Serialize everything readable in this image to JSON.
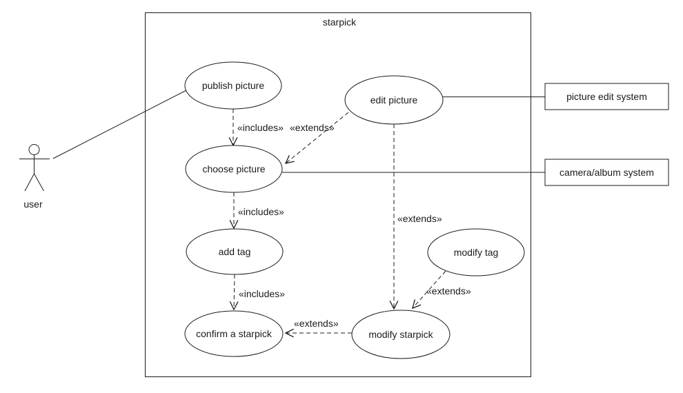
{
  "diagram": {
    "type": "uml-use-case",
    "title": "starpick",
    "actor": {
      "label": "user"
    },
    "use_cases": [
      {
        "id": "publish-picture",
        "label": "publish picture"
      },
      {
        "id": "edit-picture",
        "label": "edit picture"
      },
      {
        "id": "choose-picture",
        "label": "choose picture"
      },
      {
        "id": "add-tag",
        "label": "add tag"
      },
      {
        "id": "modify-tag",
        "label": "modify tag"
      },
      {
        "id": "confirm-a-starpick",
        "label": "confirm a starpick"
      },
      {
        "id": "modify-starpick",
        "label": "modify starpick"
      }
    ],
    "external_systems": [
      {
        "id": "picture-edit-system",
        "label": "picture edit system"
      },
      {
        "id": "camera-album-system",
        "label": "camera/album system"
      }
    ],
    "relationships": [
      {
        "from": "user",
        "to": "publish picture",
        "type": "association",
        "label": ""
      },
      {
        "from": "publish picture",
        "to": "choose picture",
        "type": "include",
        "label": "«includes»"
      },
      {
        "from": "edit picture",
        "to": "choose picture",
        "type": "extend",
        "label": "«extends»"
      },
      {
        "from": "choose picture",
        "to": "add tag",
        "type": "include",
        "label": "«includes»"
      },
      {
        "from": "add tag",
        "to": "confirm a starpick",
        "type": "include",
        "label": "«includes»"
      },
      {
        "from": "edit picture",
        "to": "modify starpick",
        "type": "extend",
        "label": "«extends»"
      },
      {
        "from": "modify tag",
        "to": "modify starpick",
        "type": "extend",
        "label": "«extends»"
      },
      {
        "from": "modify starpick",
        "to": "confirm a starpick",
        "type": "extend",
        "label": "«extends»"
      },
      {
        "from": "edit picture",
        "to": "picture edit system",
        "type": "association",
        "label": ""
      },
      {
        "from": "choose picture",
        "to": "camera/album system",
        "type": "association",
        "label": ""
      }
    ],
    "colors": {
      "line": "#1a1a1a",
      "text": "#1a1a1a",
      "background": "#ffffff"
    }
  }
}
